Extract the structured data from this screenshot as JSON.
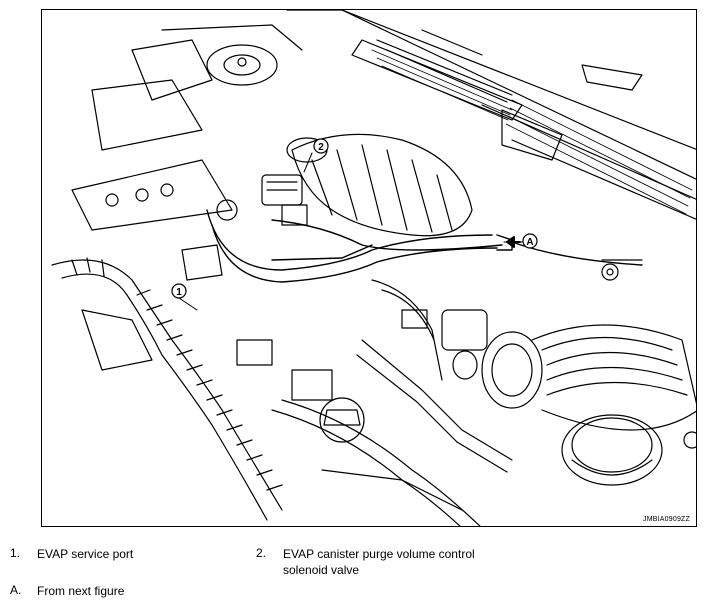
{
  "figure": {
    "code": "JMBIA0909ZZ",
    "callouts": [
      {
        "label": "1"
      },
      {
        "label": "2"
      },
      {
        "label": "A"
      }
    ]
  },
  "legend": {
    "items": [
      {
        "number": "1.",
        "text": "EVAP service port"
      },
      {
        "number": "2.",
        "text": "EVAP canister purge volume control\nsolenoid valve"
      },
      {
        "number": "A.",
        "text": "From next figure"
      }
    ]
  }
}
